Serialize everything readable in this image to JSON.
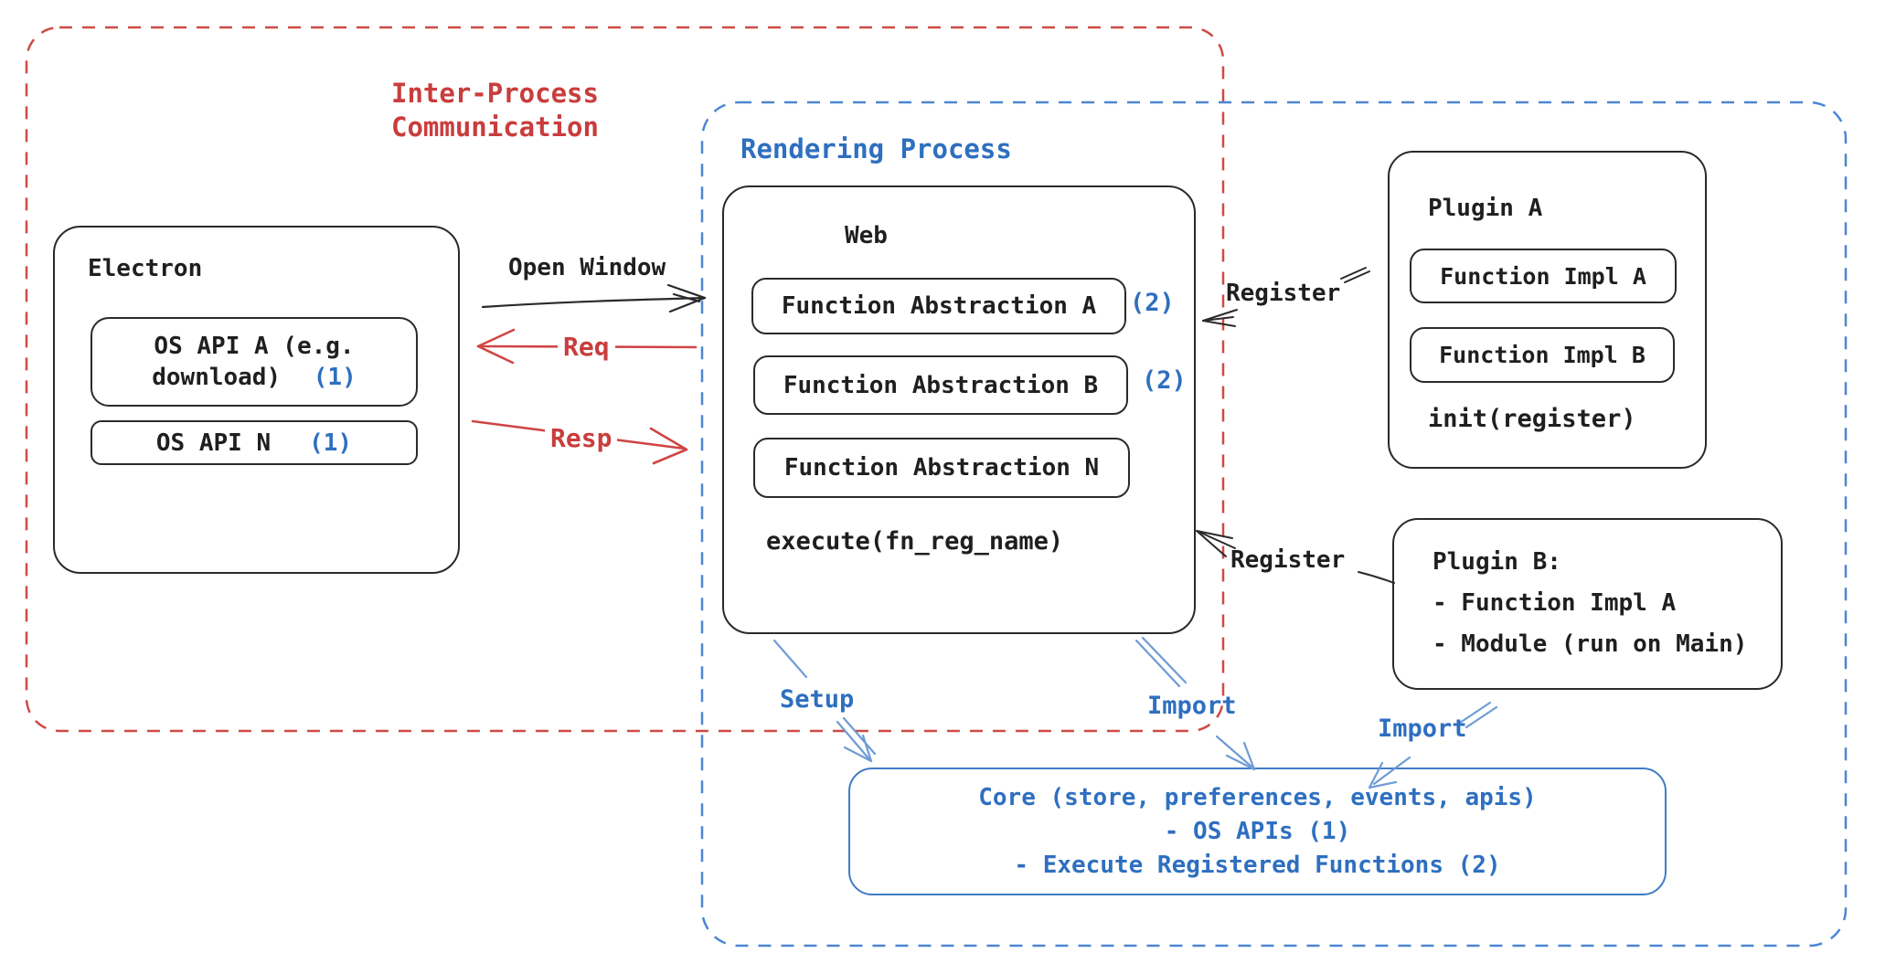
{
  "colors": {
    "frame_red": "#cf4a45",
    "text_red": "#c93d3d",
    "frame_blue": "#4c86d2",
    "text_blue": "#2e6fc0",
    "arrow_blue": "#6f9bd6",
    "stroke_black": "#2a2a2a",
    "text_black": "#1f1f1f",
    "core_border": "#3f7cc6"
  },
  "diagram": {
    "ipc_frame": {
      "label_line1": "Inter-Process",
      "label_line2": "Communication"
    },
    "rendering_frame": {
      "label": "Rendering Process"
    },
    "electron": {
      "title": "Electron",
      "api_a_line1": "OS API A (e.g.",
      "api_a_line2": "download)",
      "api_a_ref": "(1)",
      "api_n_label": "OS API N",
      "api_n_ref": "(1)"
    },
    "web": {
      "title": "Web",
      "abstraction_a": "Function Abstraction A",
      "abstraction_a_ref": "(2)",
      "abstraction_b": "Function Abstraction B",
      "abstraction_b_ref": "(2)",
      "abstraction_n": "Function Abstraction N",
      "execute_call": "execute(fn_reg_name)"
    },
    "plugin_a": {
      "title": "Plugin A",
      "impl_a": "Function Impl A",
      "impl_b": "Function Impl B",
      "init_call": "init(register)"
    },
    "plugin_b": {
      "line1": "Plugin B:",
      "line2": "- Function Impl A",
      "line3": "- Module (run on Main)"
    },
    "core": {
      "line1": "Core (store, preferences, events, apis)",
      "line2": "- OS APIs (1)",
      "line3": "- Execute Registered Functions (2)"
    },
    "labels": {
      "open_window": "Open Window",
      "req": "Req",
      "resp": "Resp",
      "register_plugin_a": "Register",
      "register_plugin_b": "Register",
      "setup": "Setup",
      "import_web": "Import",
      "import_plugin_b": "Import"
    }
  }
}
